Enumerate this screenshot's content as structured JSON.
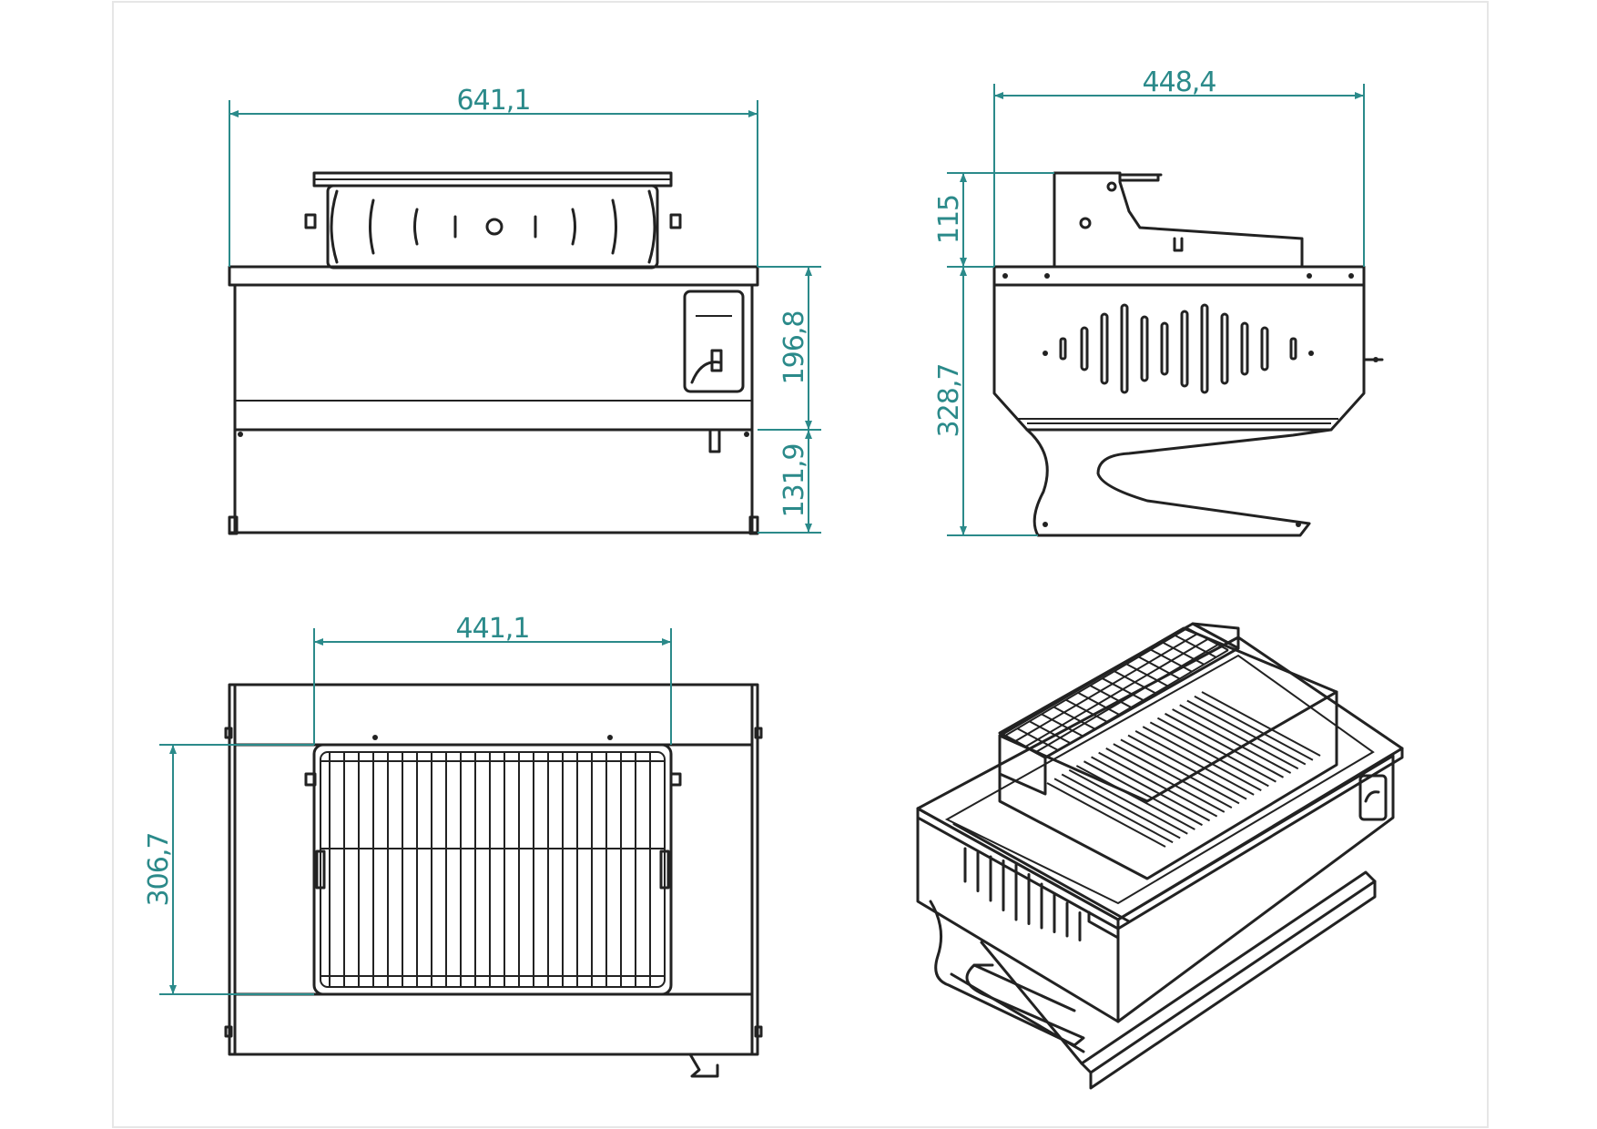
{
  "colors": {
    "dimension": "#2b8a8a",
    "outline": "#222222",
    "background": "#ffffff"
  },
  "views": {
    "front": {
      "overall_width": "641,1",
      "body_height": "196,8",
      "leg_height": "131,9"
    },
    "side": {
      "overall_depth": "448,4",
      "grill_height": "115",
      "body_height": "328,7"
    },
    "top": {
      "grill_width": "441,1",
      "grill_depth": "306,7"
    },
    "isometric": {}
  }
}
